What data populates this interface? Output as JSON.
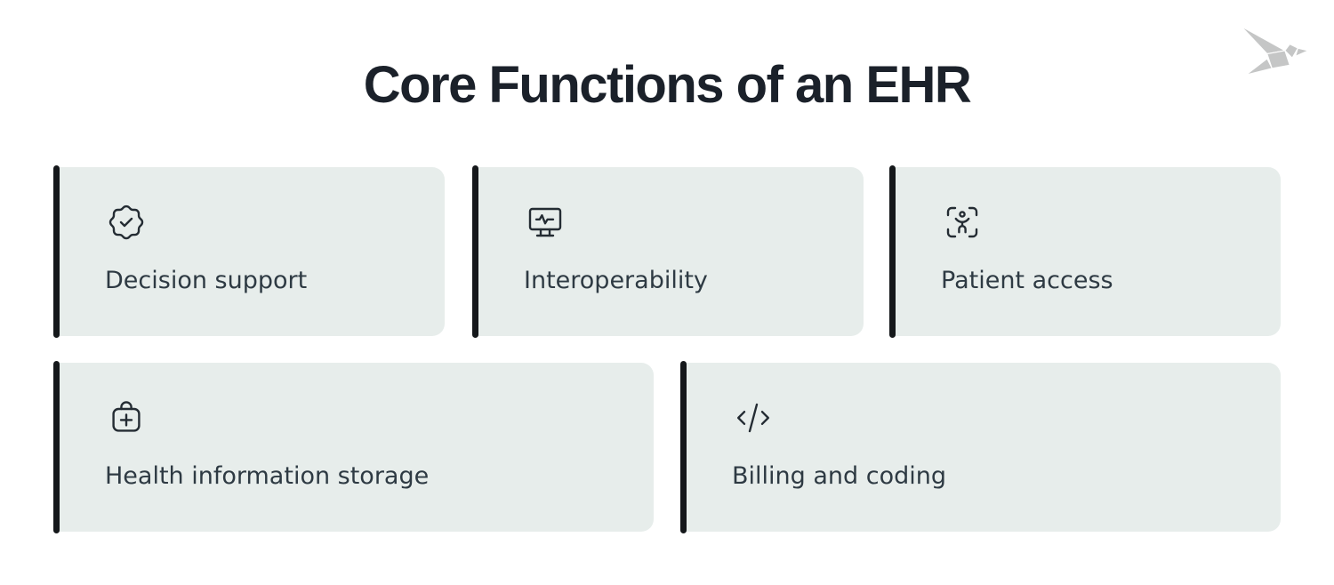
{
  "page": {
    "background": "#ffffff"
  },
  "header": {
    "title": "Core Functions of an EHR",
    "title_color": "#1b212a"
  },
  "logo": {
    "name": "origami-bird-logo",
    "color": "#c5c6c6"
  },
  "colors": {
    "card_background": "#e7edeb",
    "accent_bar": "#15181b",
    "label_text": "#2e3a43",
    "icon_stroke": "#242c33"
  },
  "cards": [
    {
      "label": "Decision support",
      "icon": "badge-check-icon"
    },
    {
      "label": "Interoperability",
      "icon": "monitor-pulse-icon"
    },
    {
      "label": "Patient access",
      "icon": "body-scan-icon"
    },
    {
      "label": "Health information storage",
      "icon": "medical-bag-icon"
    },
    {
      "label": "Billing and coding",
      "icon": "code-icon"
    }
  ]
}
